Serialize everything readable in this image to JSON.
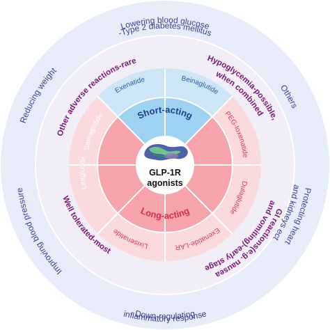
{
  "center": {
    "title": "GLP-1R",
    "subtitle": "agonists"
  },
  "categories": {
    "short": "Short-acting",
    "long": "Long-acting"
  },
  "drugs": {
    "exenatide": "Exenatide",
    "beinaglutide": "Beinaglutide",
    "peg_loxenatide": "PEG-loxenatide",
    "dulaglutide": "Dulaglutide",
    "exenatide_lar": "Exenatide-LAR",
    "lixisenatide": "Lixisenatide",
    "liraglutide": "Liraglutide",
    "semaglutide": "Semaglutide"
  },
  "adverse": {
    "rare": "Other adverse reactions-rare",
    "hypo_1": "Hypoglycemia-possible,",
    "hypo_2": "when combined",
    "gi_1": "GI reactions(e.g. nausea",
    "gi_2": "and vomiting)-early stage",
    "tolerated": "Well tolerated-most"
  },
  "benefits": {
    "glucose_1": "Lowering blood glucose",
    "glucose_2": "-Type 2 diabetes mellitus",
    "others": "Others",
    "heart_1": "Protecting heart",
    "heart_2": "and kidneys ect.",
    "inflam_1": "Down-regulating",
    "inflam_2": "inflammatory response",
    "bp": "Improving blood pressure",
    "weight": "Reducing weight"
  },
  "colors": {
    "outer_ring": "#E8ECF8",
    "middle_ring": "#F1EEF8",
    "long_acting": "#F6A3AB",
    "long_drug_ring": "#FADADD",
    "short_acting": "#9ED2F2",
    "short_drug_ring": "#CDE6F7",
    "benefit_text": "#3B3F8F",
    "adverse_text": "#7A1870",
    "long_drug_text": "#D63A55",
    "short_drug_text": "#2E5C9E",
    "short_label": "#1E3E8A",
    "long_label": "#D1304F"
  }
}
